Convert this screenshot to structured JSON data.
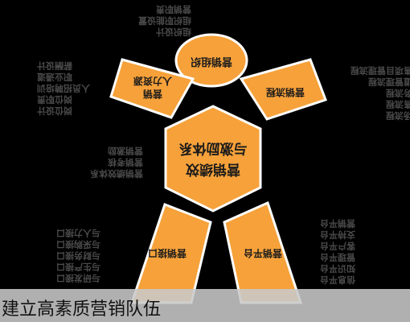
{
  "caption": "建立高素质营销队伍",
  "colors": {
    "shape_fill": "#f6a13a",
    "shape_stroke": "#ffffff",
    "label": "#1a1a1a",
    "note_text": "#4a4a4a"
  },
  "shapes": {
    "head": "营销组织",
    "left_arm_line1": "营销",
    "left_arm_line2": "人力资源",
    "right_arm": "营销流程",
    "body_line1": "营销绩效",
    "body_line2": "与激励体系",
    "left_leg": "营销接口",
    "right_leg": "营销平台"
  },
  "notes": {
    "top": [
      "组织设计",
      "组织职能设置",
      "营销职责"
    ],
    "left": [
      "岗位设计",
      "岗位职责",
      "人员招聘培训",
      "职业通道",
      "薪酬设计"
    ],
    "right": [
      "市场流程",
      "销售流程",
      "服务流程",
      "渠道管理流程",
      "销售项目管理流程"
    ],
    "middle": [
      "营销绩效体系",
      "营销考核",
      "营销激励"
    ],
    "bottom_left": [
      "与研发接口",
      "与生产接口",
      "与财务接口",
      "与采购接口",
      "与人力接口"
    ],
    "bottom_right": [
      "信息平台",
      "知识平台",
      "管理平台",
      "客户平台",
      "支持平台",
      "营销平台"
    ]
  }
}
